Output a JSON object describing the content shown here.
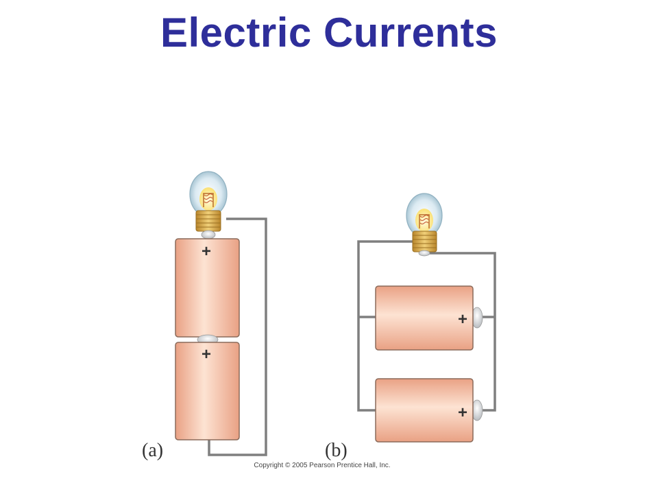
{
  "title": "Electric Currents",
  "figure": {
    "panel_a_label": "(a)",
    "panel_b_label": "(b)",
    "terminal_symbol": "+"
  },
  "copyright": "Copyright © 2005 Pearson Prentice Hall, Inc.",
  "colors": {
    "title": "#2e2e9a",
    "battery_fill": "#f2b89c",
    "battery_highlight": "#fde6d8",
    "wire": "#7f7f7f",
    "bulb_glass": "#d9eaf1",
    "bulb_glow": "#fff0a8",
    "bulb_base": "#d7a64a"
  }
}
